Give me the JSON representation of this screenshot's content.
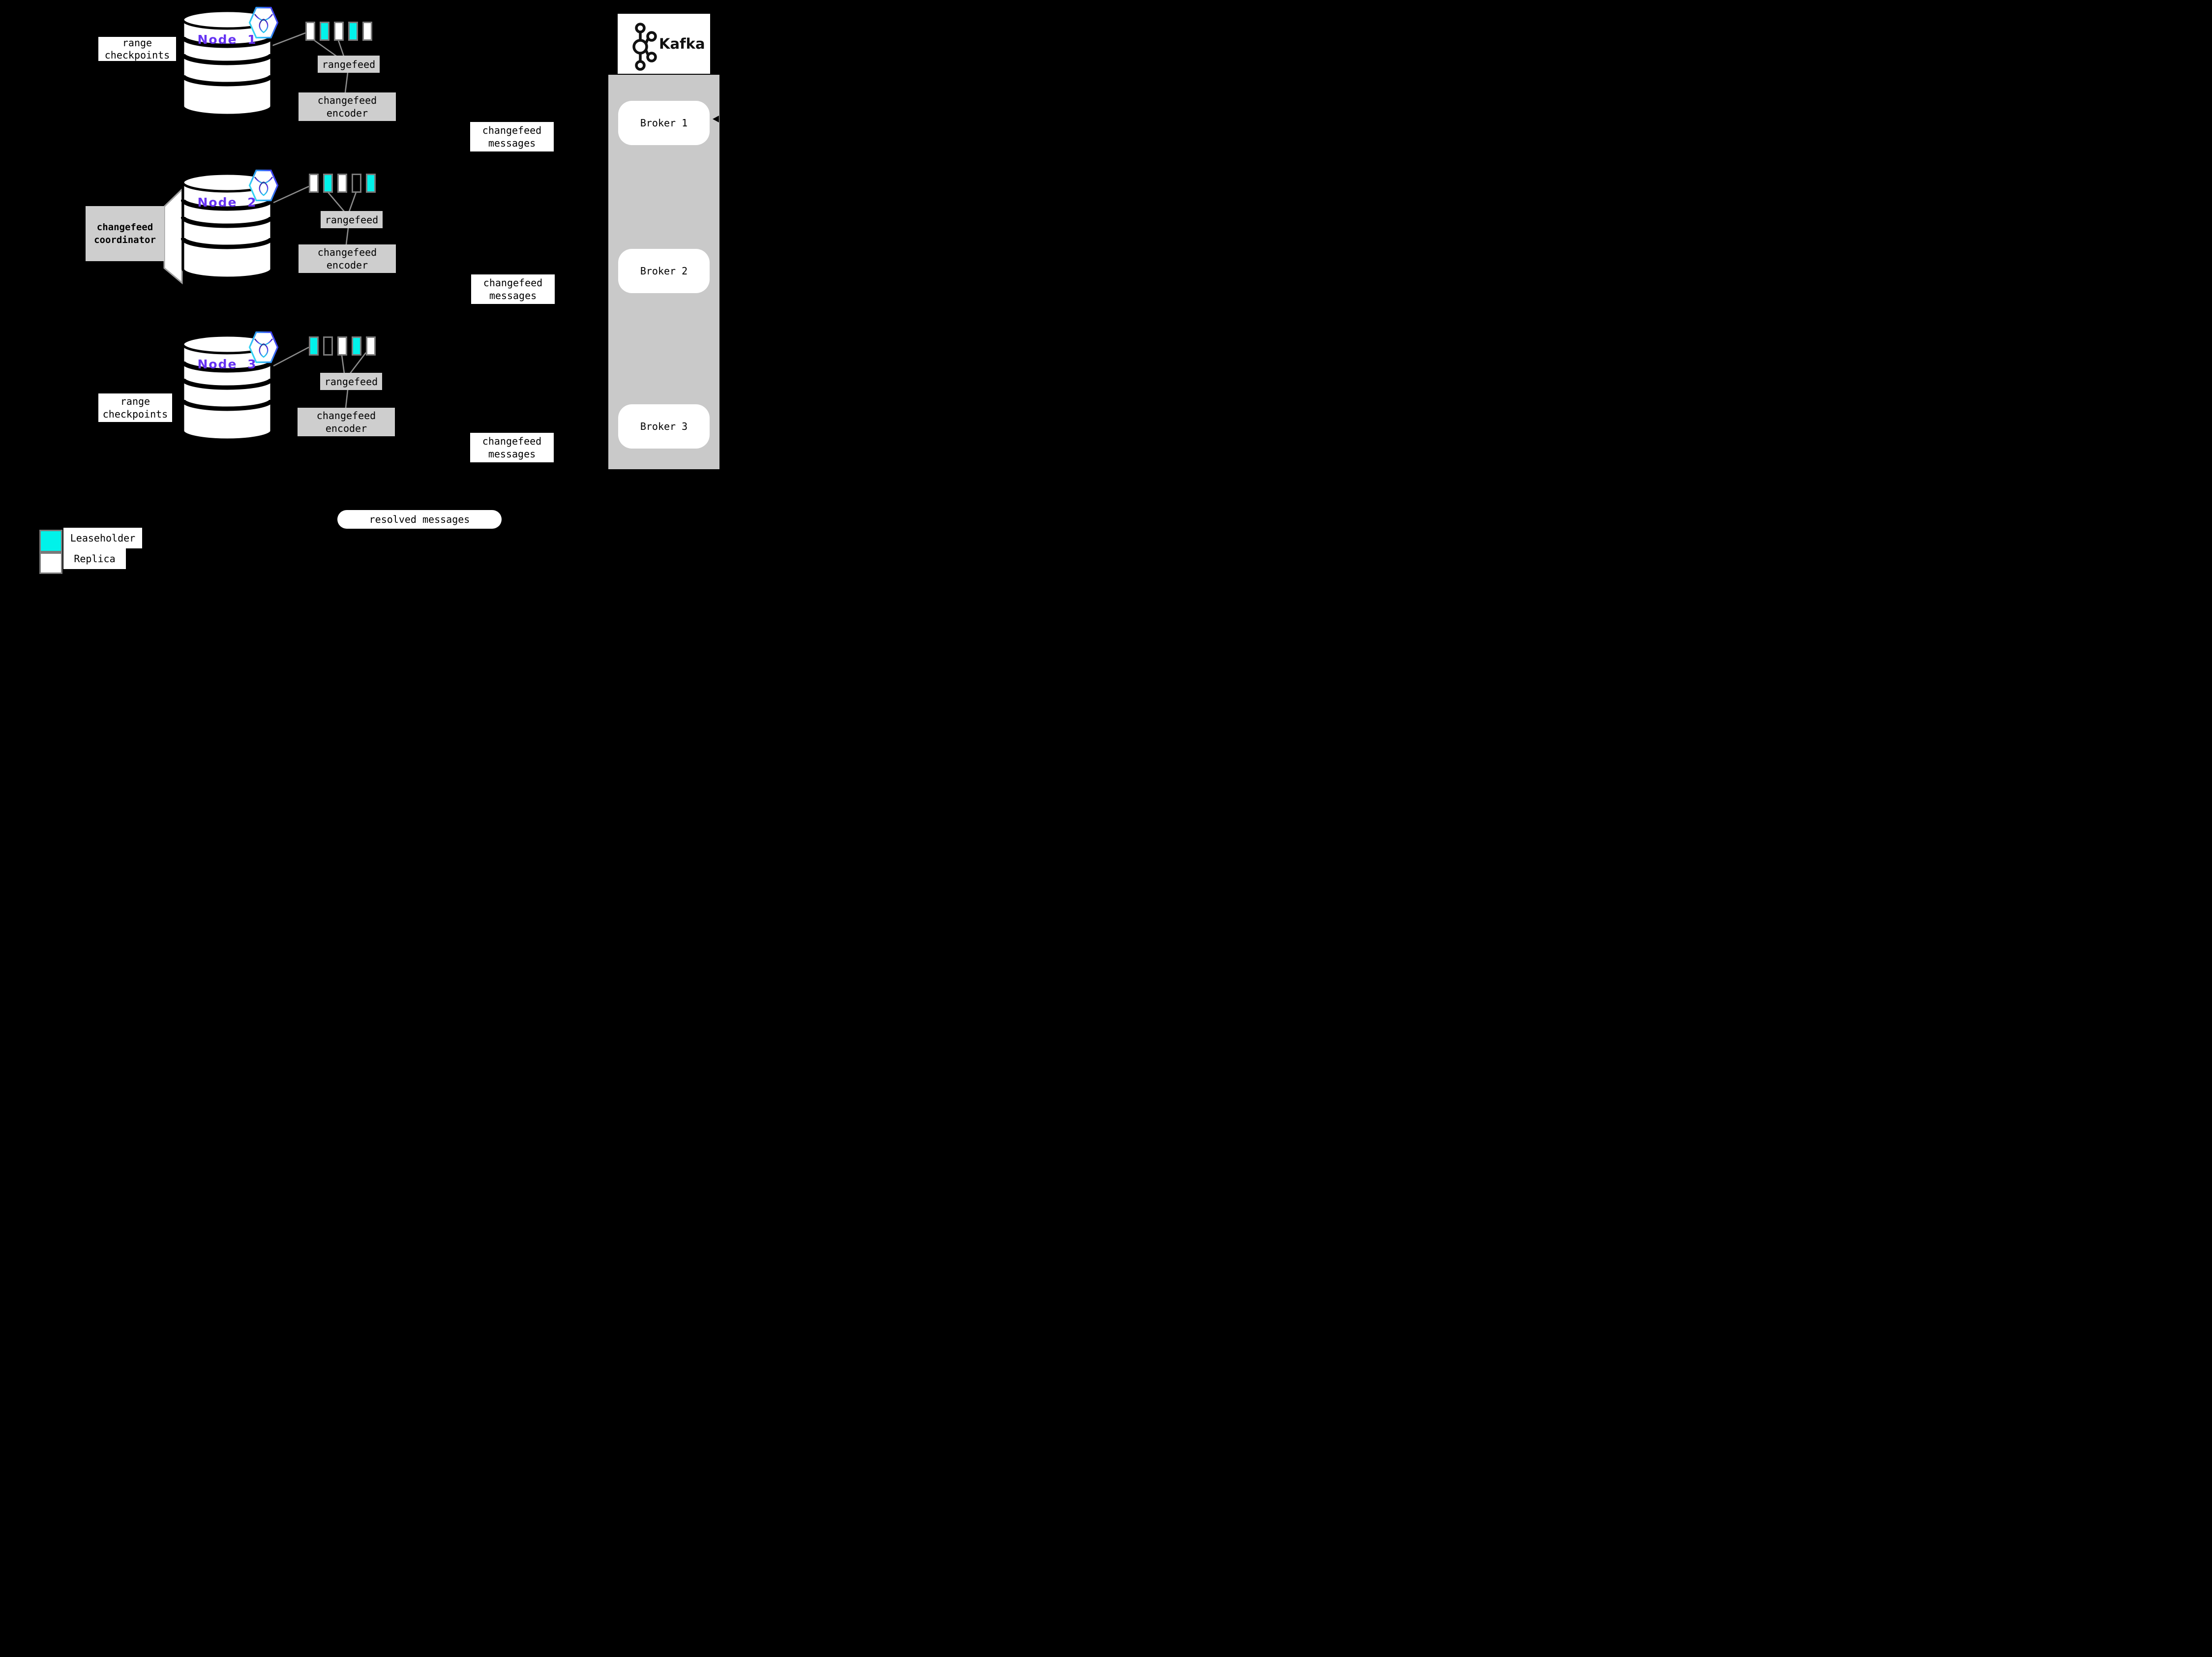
{
  "colors": {
    "background": "#000000",
    "leaseholder": "#00F2EA",
    "replica": "#FFFFFF",
    "swatch_border": "#7A7A7A",
    "line": "#8C8C8C",
    "box_gray": "#CECECE",
    "panel_gray": "#C9C9C9",
    "node_label": "#6633F2"
  },
  "nodes": [
    {
      "label": "Node 1",
      "ranges": [
        "replica",
        "leaseholder",
        "replica",
        "leaseholder",
        "replica"
      ]
    },
    {
      "label": "Node 2",
      "ranges": [
        "replica",
        "leaseholder",
        "replica",
        "empty",
        "leaseholder"
      ]
    },
    {
      "label": "Node 3",
      "ranges": [
        "leaseholder",
        "empty",
        "replica",
        "leaseholder",
        "replica"
      ]
    }
  ],
  "labels": {
    "rangefeed": "rangefeed",
    "encoder_l1": "changefeed",
    "encoder_l2": "encoder",
    "messages_l1": "changefeed",
    "messages_l2": "messages",
    "checkpoints_l1": "range",
    "checkpoints_l2": "checkpoints",
    "coordinator_l1": "changefeed",
    "coordinator_l2": "coordinator",
    "resolved": "resolved messages"
  },
  "kafka": {
    "logo_text": "Kafka",
    "brokers": [
      "Broker 1",
      "Broker 2",
      "Broker 3"
    ]
  },
  "legend": {
    "leaseholder_label": "Leaseholder",
    "replica_label": "Replica"
  }
}
